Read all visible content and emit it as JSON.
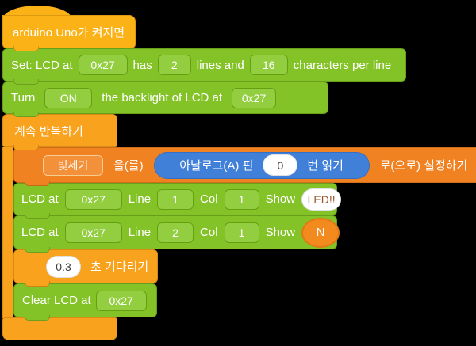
{
  "palette": {
    "background": "#000000",
    "block_green": "#84C327",
    "green_field": "#92CE3F",
    "control_orange": "#F9A21D",
    "data_orange": "#F08222",
    "hat_yellow": "#FBB216",
    "reporter_blue": "#4080D8",
    "white_input": "#FFFFFF",
    "input_text_dark": "#404040",
    "string_text_rust": "#9C5427"
  },
  "blocks": {
    "hat": {
      "label": "arduino Uno가 켜지면"
    },
    "lcd_init": {
      "label_1": "Set: LCD at",
      "address": "0x27",
      "label_2": "has",
      "lines": "2",
      "label_3": "lines and",
      "chars": "16",
      "label_4": "characters per line"
    },
    "backlight": {
      "label_1": "Turn",
      "state": "ON",
      "label_2": "the backlight of LCD at",
      "address": "0x27"
    },
    "forever": {
      "label": "계속 반복하기"
    },
    "set_variable": {
      "variable": "빛세기",
      "label_1": "을(를)",
      "reporter": {
        "label_1": "아날로그(A) 핀",
        "pin": "0",
        "label_2": "번 읽기"
      },
      "label_2": "로(으로) 설정하기"
    },
    "lcd_print_1": {
      "label_1": "LCD at",
      "address": "0x27",
      "label_2": "Line",
      "line": "1",
      "label_3": "Col",
      "col": "1",
      "label_4": "Show",
      "value": "LED!!"
    },
    "lcd_print_2": {
      "label_1": "LCD at",
      "address": "0x27",
      "label_2": "Line",
      "line": "2",
      "label_3": "Col",
      "col": "1",
      "label_4": "Show",
      "value": "N"
    },
    "wait": {
      "duration": "0.3",
      "label": "초 기다리기"
    },
    "clear": {
      "label": "Clear LCD at",
      "address": "0x27"
    }
  }
}
